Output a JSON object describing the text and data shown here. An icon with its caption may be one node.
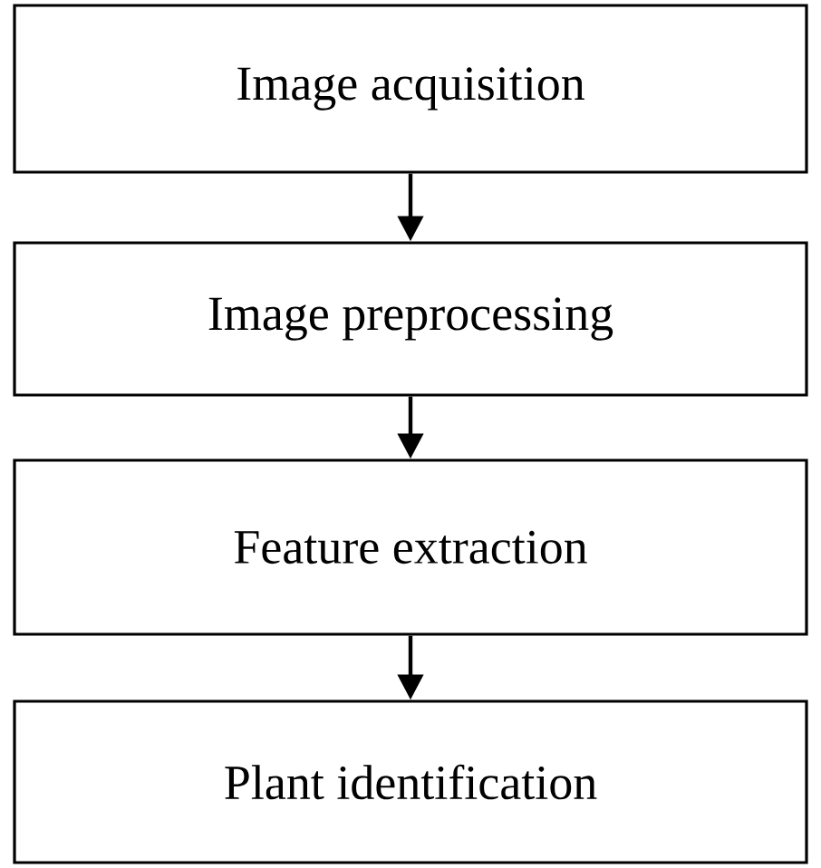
{
  "diagram": {
    "nodes": [
      {
        "text": [
          "Image acquisition"
        ]
      },
      {
        "text": [
          "Image preprocessing"
        ]
      },
      {
        "text": [
          "Feature extraction"
        ]
      },
      {
        "text": [
          "Plant identification"
        ]
      }
    ],
    "edges": [
      {
        "from": 0,
        "to": 1,
        "arrow": "to"
      },
      {
        "from": 1,
        "to": 2,
        "arrow": "to"
      },
      {
        "from": 2,
        "to": 3,
        "arrow": "to"
      }
    ]
  }
}
